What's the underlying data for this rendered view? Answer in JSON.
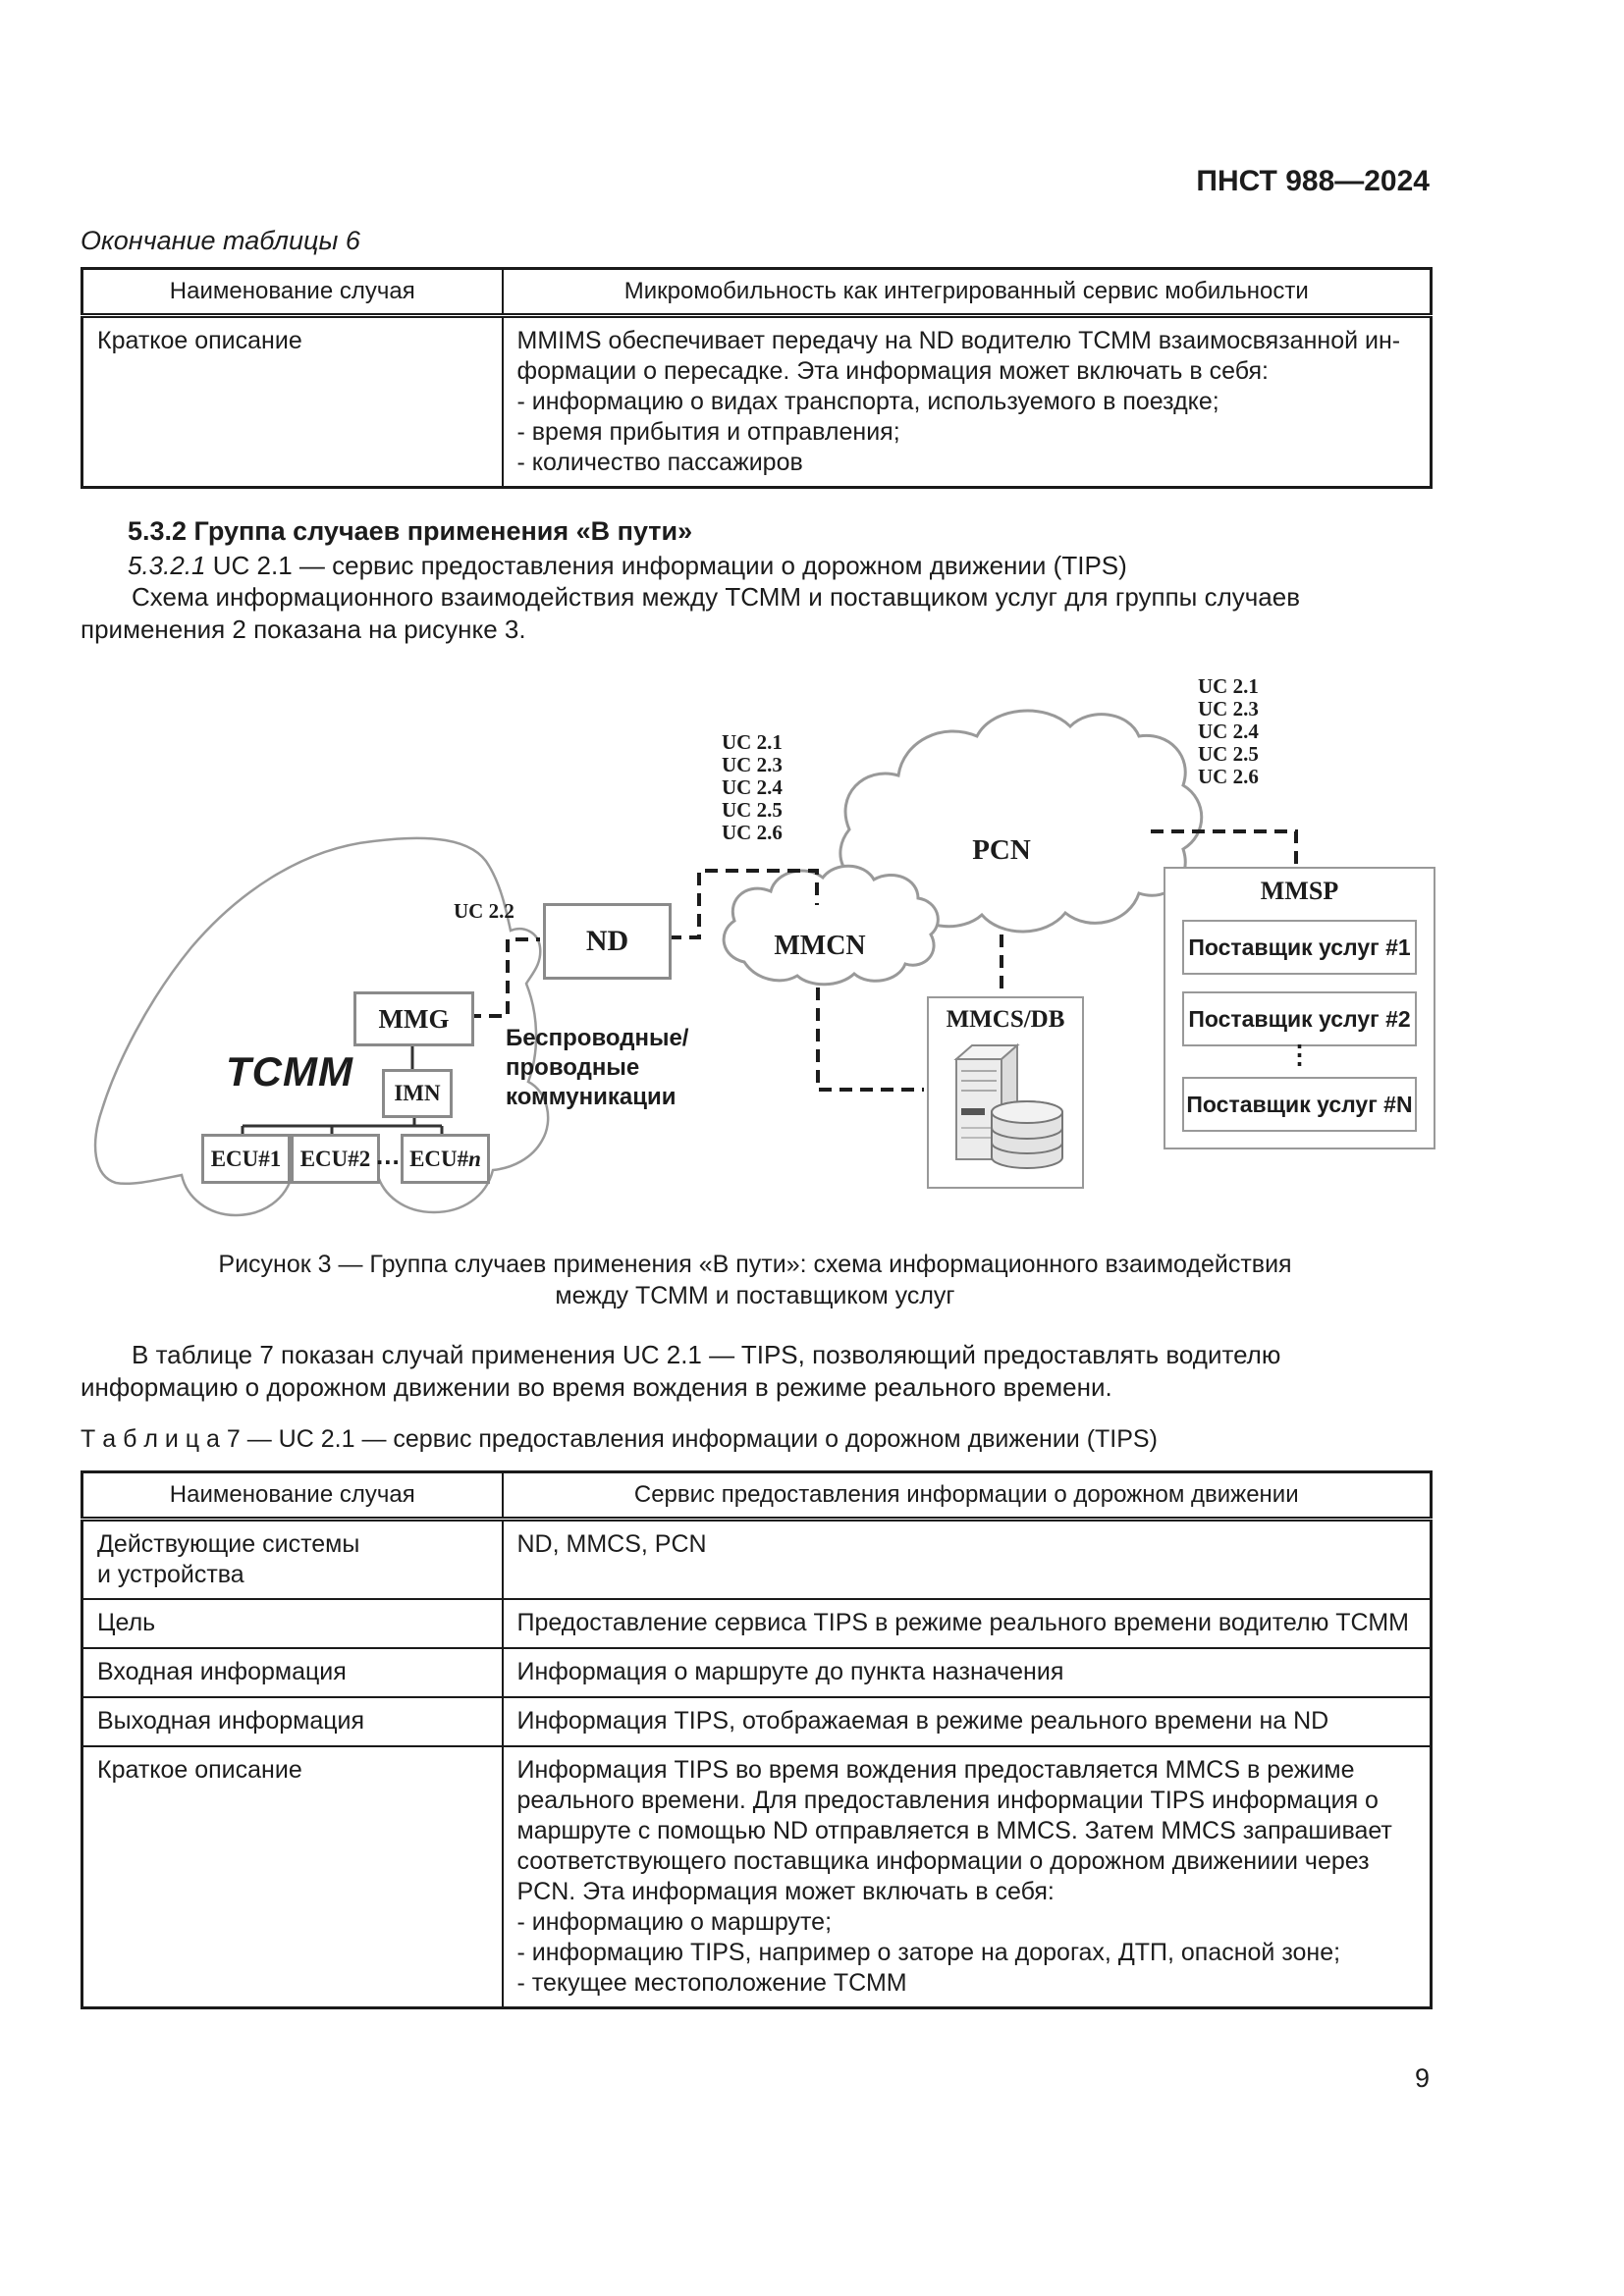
{
  "page": {
    "header": "ПНСТ 988—2024",
    "number": "9"
  },
  "table6": {
    "label": "Окончание таблицы 6",
    "col1": "Наименование случая",
    "col2": "Микромобильность как интегрированный сервис мобильности",
    "row_name": "Краткое описание",
    "row_text": "MMIMS обеспечивает передачу на ND водителю ТСММ взаимосвязанной ин-\nформации о пересадке. Эта информация может включать в себя:\n- информацию о видах транспорта, используемого в поездке;\n- время прибытия и отправления;\n- количество пассажиров"
  },
  "section": {
    "heading": "5.3.2 Группа случаев применения «В пути»",
    "sub_number": "5.3.2.1",
    "sub_title": " UC 2.1 — сервис предоставления информации о дорожном движении (TIPS)",
    "paragraph1": "Схема информационного взаимодействия между ТСММ и поставщиком услуг для группы случаев\nприменения 2 показана на рисунке 3.",
    "paragraph2": "В таблице 7 показан случай применения UC 2.1 — TIPS, позволяющий предоставлять водителю\nинформацию о дорожном движении во время вождения в режиме реального времени."
  },
  "figure": {
    "uc_left": "UC 2.1\nUC 2.3\nUC 2.4\nUC 2.5\nUC 2.6",
    "uc_right": "UC 2.1\nUC 2.3\nUC 2.4\nUC 2.5\nUC 2.6",
    "uc22": "UC 2.2",
    "nd": "ND",
    "mmg": "MMG",
    "imn": "IMN",
    "tcmm": "ТСММ",
    "mmcn": "MMCN",
    "pcn": "PCN",
    "mmcs": "MMCS/DB",
    "mmsp": "MMSP",
    "ecu1": "ECU#1",
    "ecu2": "ECU#2",
    "ecu_dots": "...",
    "ecun_prefix": "ECU#",
    "ecun_suffix": "n",
    "provider1": "Поставщик услуг #1",
    "provider2": "Поставщик услуг #2",
    "provider_dots": "⋮",
    "providerN": "Поставщик услуг #N",
    "comm": "Беспроводные/\nпроводные\nкоммуникации",
    "caption": "Рисунок 3 — Группа случаев применения «В пути»: схема информационного взаимодействия\nмежду ТСММ и поставщиком услуг"
  },
  "table7": {
    "caption": "Т а б л и ц а   7 — UC 2.1 — сервис предоставления информации о дорожном движении (TIPS)",
    "col1": "Наименование случая",
    "col2": "Сервис предоставления информации о дорожном движении",
    "rows": [
      {
        "name": "Действующие системы\nи устройства",
        "value": "ND, MMCS, PCN"
      },
      {
        "name": "Цель",
        "value": "Предоставление сервиса TIPS в режиме реального времени водителю ТСММ"
      },
      {
        "name": "Входная информация",
        "value": "Информация о маршруте до пункта назначения"
      },
      {
        "name": "Выходная информация",
        "value": "Информация TIPS, отображаемая в режиме реального времени на ND"
      },
      {
        "name": "Краткое описание",
        "value": "Информация TIPS во время вождения предоставляется MMCS в режиме\nреального времени. Для предоставления информации TIPS информация о\nмаршруте с помощью ND отправляется в MMCS. Затем MMCS запрашивает\nсоответствующего поставщика информации о дорожном движениии через\nPCN. Эта информация может включать в себя:\n- информацию о маршруте;\n- информацию TIPS, например о заторе на дорогах, ДТП, опасной зоне;\n- текущее местоположение ТСММ"
      }
    ]
  }
}
